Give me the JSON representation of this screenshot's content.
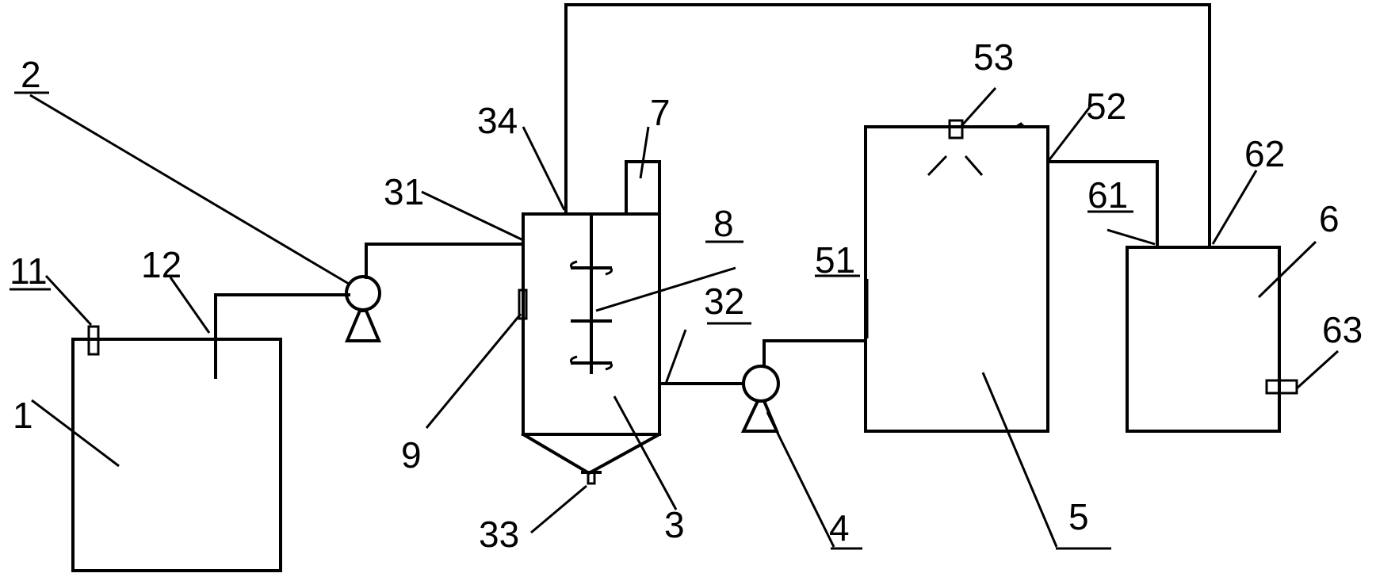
{
  "labels": {
    "l1": "1",
    "l11": "11",
    "l12": "12",
    "l2": "2",
    "l3": "3",
    "l31": "31",
    "l32": "32",
    "l33": "33",
    "l34": "34",
    "l4": "4",
    "l5": "5",
    "l51": "51",
    "l52": "52",
    "l53": "53",
    "l6": "6",
    "l61": "61",
    "l62": "62",
    "l63": "63",
    "l7": "7",
    "l8": "8",
    "l9": "9"
  }
}
